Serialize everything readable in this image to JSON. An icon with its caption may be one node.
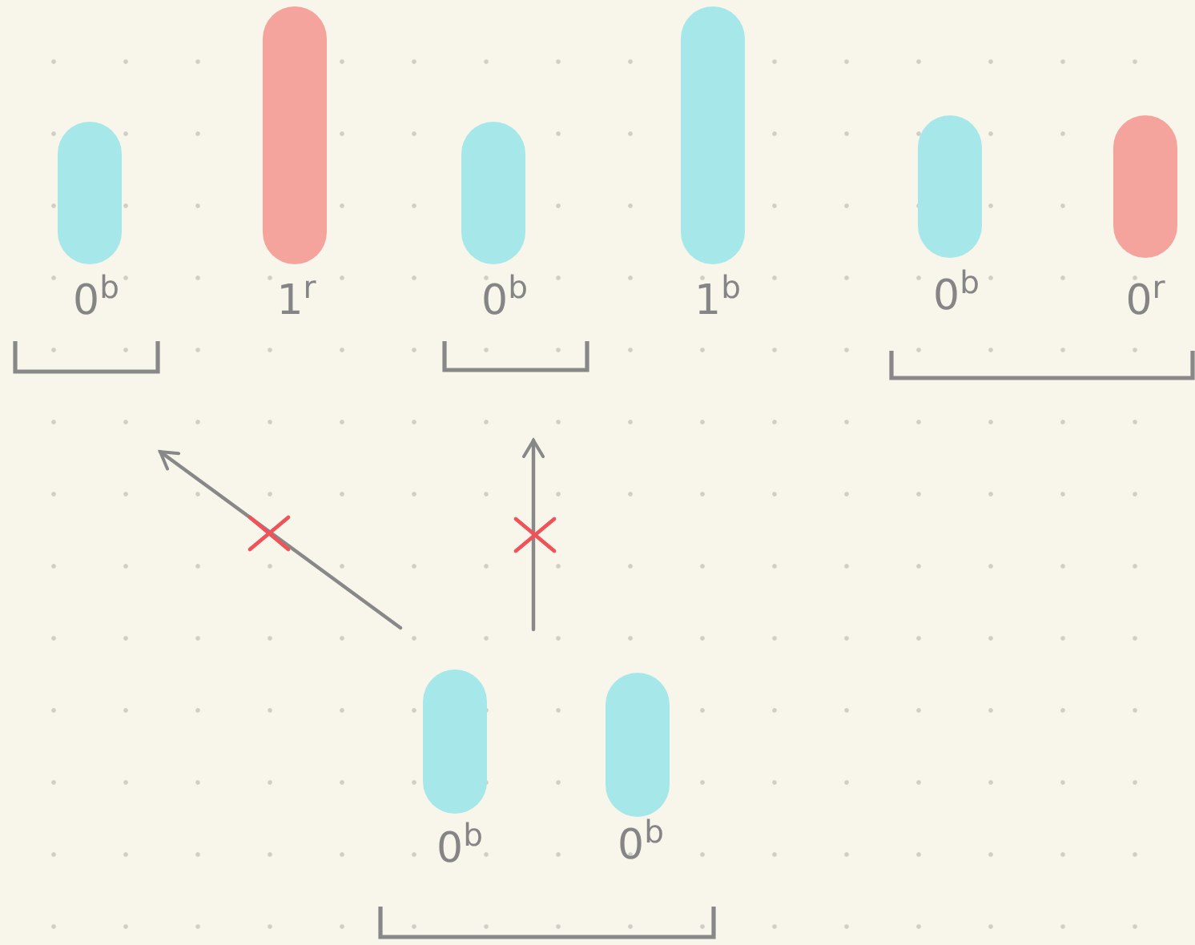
{
  "diagram": {
    "nodes": [
      {
        "text": [],
        "shape": "bar",
        "beside": [
          "0$^{b}$"
        ]
      },
      {
        "text": [],
        "shape": "bar",
        "beside": [
          "1$^{r}$"
        ]
      },
      {
        "text": [],
        "shape": "bar",
        "beside": [
          "0$^{b}$"
        ]
      },
      {
        "text": [],
        "shape": "bar",
        "beside": [
          "1$^{b}$"
        ]
      },
      {
        "text": [],
        "shape": "bar",
        "beside": [
          "0$^{b}$"
        ]
      },
      {
        "text": [],
        "shape": "bar",
        "beside": [
          "0$^{r}$"
        ]
      },
      {
        "text": [],
        "shape": "bar",
        "beside": [
          "0$^{b}$"
        ]
      },
      {
        "text": [],
        "shape": "bar",
        "beside": [
          "0$^{b}$"
        ]
      },
      {
        "text": [],
        "shape": "bracket"
      },
      {
        "text": [],
        "shape": "bracket"
      },
      {
        "text": [],
        "shape": "bracket"
      },
      {
        "text": [],
        "shape": "bracket"
      }
    ],
    "edges": [
      {
        "from": null,
        "to": 8,
        "arrow": "to"
      },
      {
        "from": null,
        "to": 9,
        "arrow": "to"
      }
    ]
  }
}
